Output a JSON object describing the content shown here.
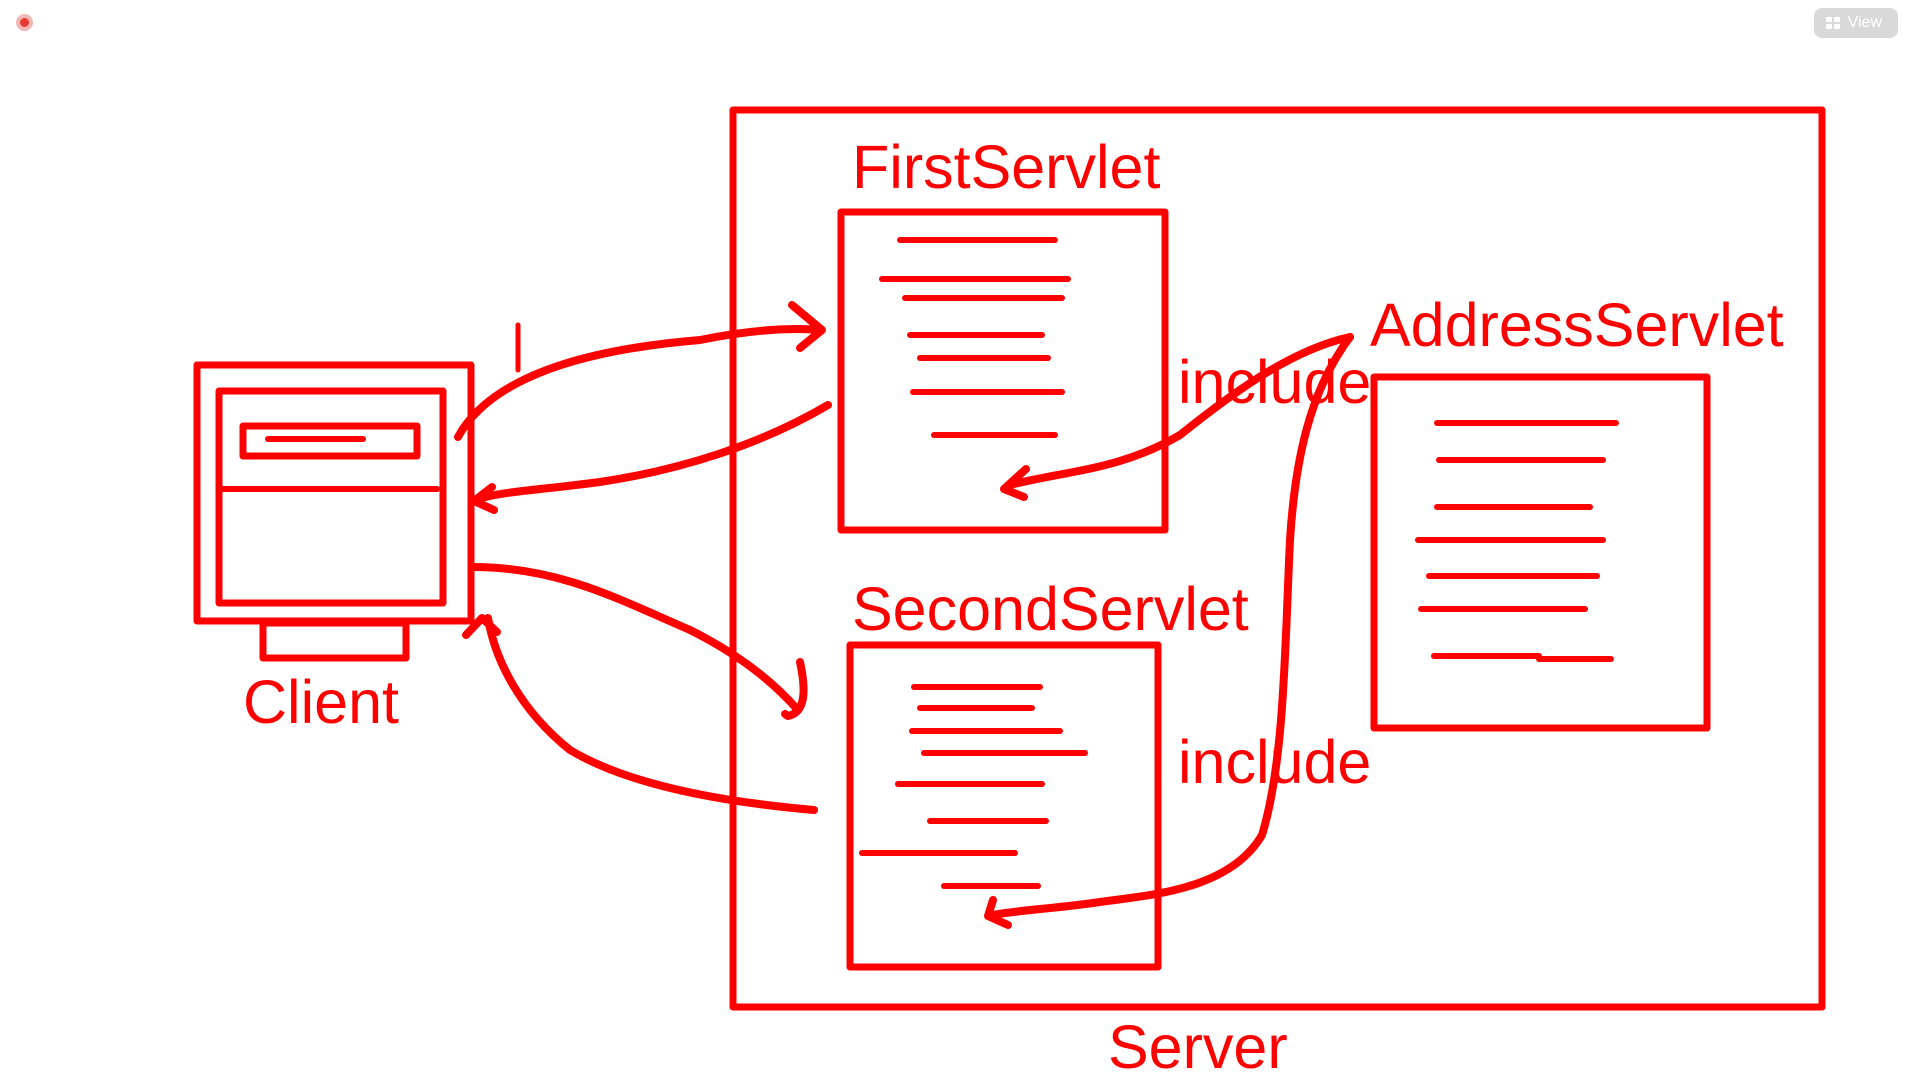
{
  "toolbar": {
    "view_label": "View",
    "view_icon": "grid-icon",
    "record_icon": "record-icon"
  },
  "colors": {
    "ink": "#ff0000",
    "background": "#ffffff",
    "view_button_bg": "#d9d9d9"
  },
  "diagram": {
    "client_label": "Client",
    "server_label": "Server",
    "first_servlet_label": "FirstServlet",
    "second_servlet_label": "SecondServlet",
    "address_servlet_label": "AddressServlet",
    "include_label_1": "include",
    "include_label_2": "include",
    "cursor_mark": "|"
  }
}
